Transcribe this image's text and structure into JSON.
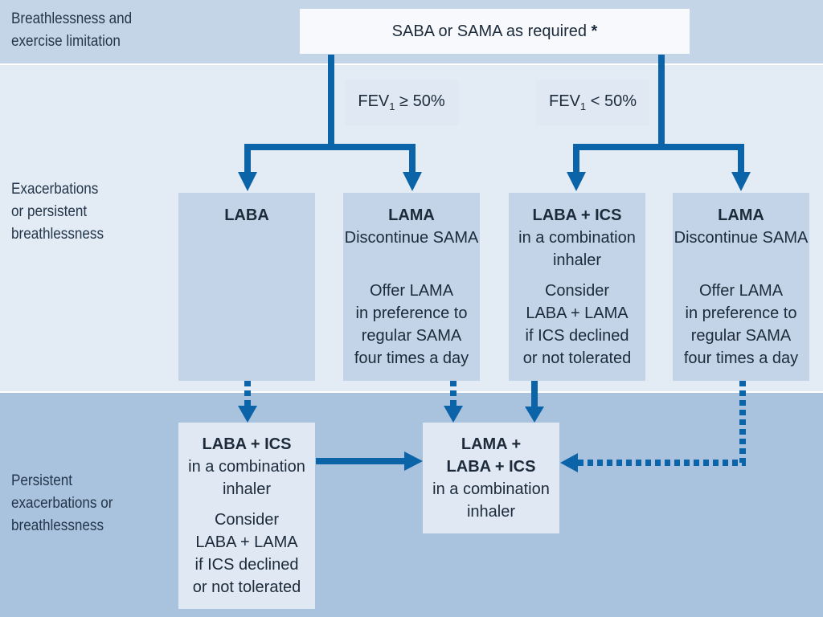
{
  "rows": {
    "row1": [
      "Breathlessness and",
      "exercise limitation"
    ],
    "row2": [
      "Exacerbations",
      "or persistent",
      "breathlessness"
    ],
    "row3": [
      "Persistent",
      "exacerbations or",
      "breathlessness"
    ]
  },
  "start": {
    "label": "SABA or SAMA as required",
    "marker": "*"
  },
  "conditions": {
    "left": {
      "prefix": "FEV",
      "sub": "1",
      "suffix": " ≥ 50%"
    },
    "right": {
      "prefix": "FEV",
      "sub": "1",
      "suffix": " < 50%"
    }
  },
  "boxes": {
    "laba": {
      "title": "LABA"
    },
    "lama1": {
      "title": "LAMA",
      "line2": "Discontinue SAMA",
      "note": [
        "Offer LAMA",
        "in preference to",
        "regular SAMA",
        "four times a day"
      ]
    },
    "labaics": {
      "title": "LABA + ICS",
      "lines": [
        "in a combination",
        "inhaler"
      ],
      "note": [
        "Consider",
        "LABA + LAMA",
        "if ICS declined",
        "or not tolerated"
      ]
    },
    "lama2": {
      "title": "LAMA",
      "line2": "Discontinue SAMA",
      "note": [
        "Offer LAMA",
        "in preference to",
        "regular SAMA",
        "four times a day"
      ]
    },
    "labaics_bottom": {
      "title": "LABA + ICS",
      "lines": [
        "in a combination",
        "inhaler"
      ],
      "note": [
        "Consider",
        "LABA + LAMA",
        "if ICS declined",
        "or not tolerated"
      ]
    },
    "triple": {
      "title1": "LAMA +",
      "title2": "LABA + ICS",
      "lines": [
        "in a combination",
        "inhaler"
      ]
    }
  },
  "colors": {
    "arrow": "#0b63a8",
    "band_top": "#c5d5e8",
    "band_mid": "#e3ebf4",
    "band_bottom": "#a9c2de"
  }
}
